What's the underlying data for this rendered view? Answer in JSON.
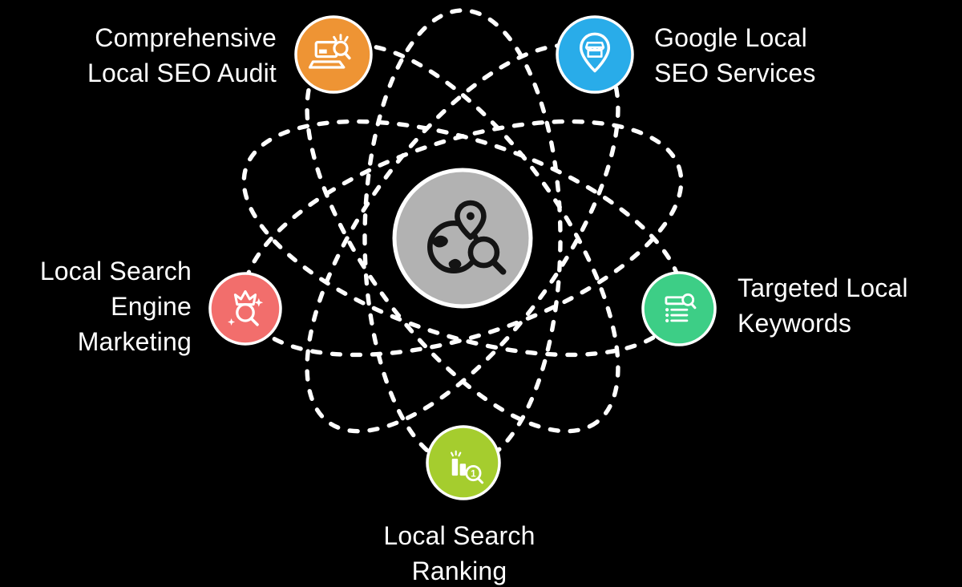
{
  "background_color": "#000000",
  "orbits": {
    "color": "#ffffff",
    "style": "dashed",
    "count": 5
  },
  "center": {
    "name": "local-seo-nucleus",
    "icon": "globe-location-search-icon",
    "bg_color": "#B2B2B2",
    "border_color": "#ffffff",
    "icon_color": "#141414"
  },
  "nodes": [
    {
      "id": "comprehensive-local-seo-audit",
      "label": "Comprehensive\nLocal SEO Audit",
      "color": "#EE9434",
      "icon": "laptop-search-icon",
      "icon_color": "#ffffff"
    },
    {
      "id": "google-local-seo-services",
      "label": "Google Local\nSEO Services",
      "color": "#29ACE9",
      "icon": "map-pin-store-icon",
      "icon_color": "#ffffff"
    },
    {
      "id": "local-search-engine-marketing",
      "label": "Local Search\nEngine\nMarketing",
      "color": "#F26E6C",
      "icon": "crown-search-icon",
      "icon_color": "#ffffff"
    },
    {
      "id": "targeted-local-keywords",
      "label": "Targeted Local\nKeywords",
      "color": "#3DCE86",
      "icon": "list-search-icon",
      "icon_color": "#ffffff"
    },
    {
      "id": "local-search-ranking",
      "label": "Local Search\nRanking",
      "color": "#A5CD2E",
      "icon": "bar-chart-rank-search-icon",
      "icon_color": "#ffffff",
      "magnifier_number": "1"
    }
  ],
  "text_color": "#ffffff"
}
